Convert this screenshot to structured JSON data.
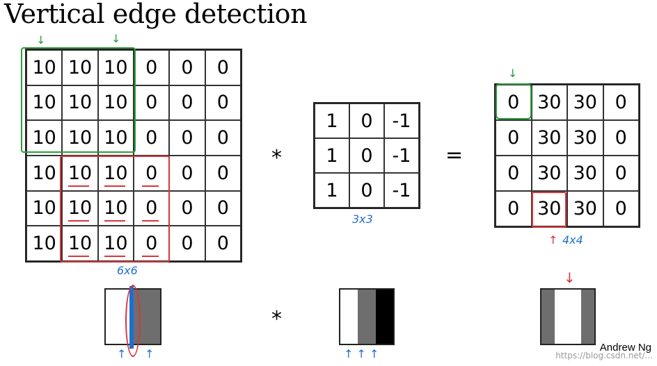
{
  "title": "Vertical edge detection",
  "input_matrix": {
    "rows": [
      [
        "10",
        "10",
        "10",
        "0",
        "0",
        "0"
      ],
      [
        "10",
        "10",
        "10",
        "0",
        "0",
        "0"
      ],
      [
        "10",
        "10",
        "10",
        "0",
        "0",
        "0"
      ],
      [
        "10",
        "10",
        "10",
        "0",
        "0",
        "0"
      ],
      [
        "10",
        "10",
        "10",
        "0",
        "0",
        "0"
      ],
      [
        "10",
        "10",
        "10",
        "0",
        "0",
        "0"
      ]
    ],
    "size_label": "6x6"
  },
  "kernel": {
    "rows": [
      [
        "1",
        "0",
        "-1"
      ],
      [
        "1",
        "0",
        "-1"
      ],
      [
        "1",
        "0",
        "-1"
      ]
    ],
    "size_label": "3x3"
  },
  "output_matrix": {
    "rows": [
      [
        "0",
        "30",
        "30",
        "0"
      ],
      [
        "0",
        "30",
        "30",
        "0"
      ],
      [
        "0",
        "30",
        "30",
        "0"
      ],
      [
        "0",
        "30",
        "30",
        "0"
      ]
    ],
    "size_label": "4x4"
  },
  "operators": {
    "convolve": "*",
    "equals": "="
  },
  "colors": {
    "green_annotation": "#2a9d3a",
    "red_annotation": "#d9343a",
    "blue_annotation": "#1f6fd0",
    "dark_gray": "#6e6e6e",
    "black": "#000000"
  },
  "author": "Andrew Ng",
  "watermark": "https://blog.csdn.net/..."
}
